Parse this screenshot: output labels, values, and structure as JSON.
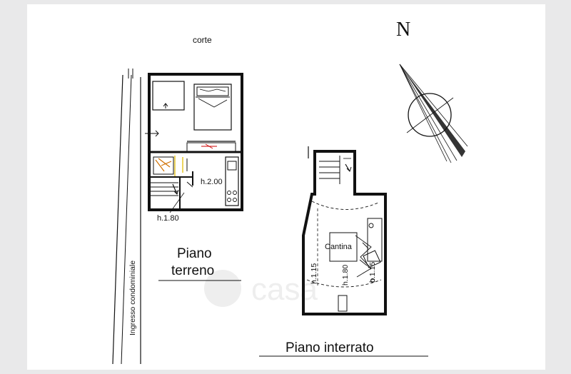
{
  "plan": {
    "north_label": "N",
    "courtyard_label": "corte",
    "ground_floor": {
      "title_line1": "Piano",
      "title_line2": "terreno",
      "height_main": "h.2.00",
      "height_stair": "h.1.80"
    },
    "basement": {
      "title": "Piano interrato",
      "room_label": "Cantina",
      "height_left": "h.1.15",
      "height_center": "h.1.80",
      "height_right": "h.1.15"
    },
    "entrance_label": "Ingresso condominiale",
    "watermark": "casa"
  }
}
